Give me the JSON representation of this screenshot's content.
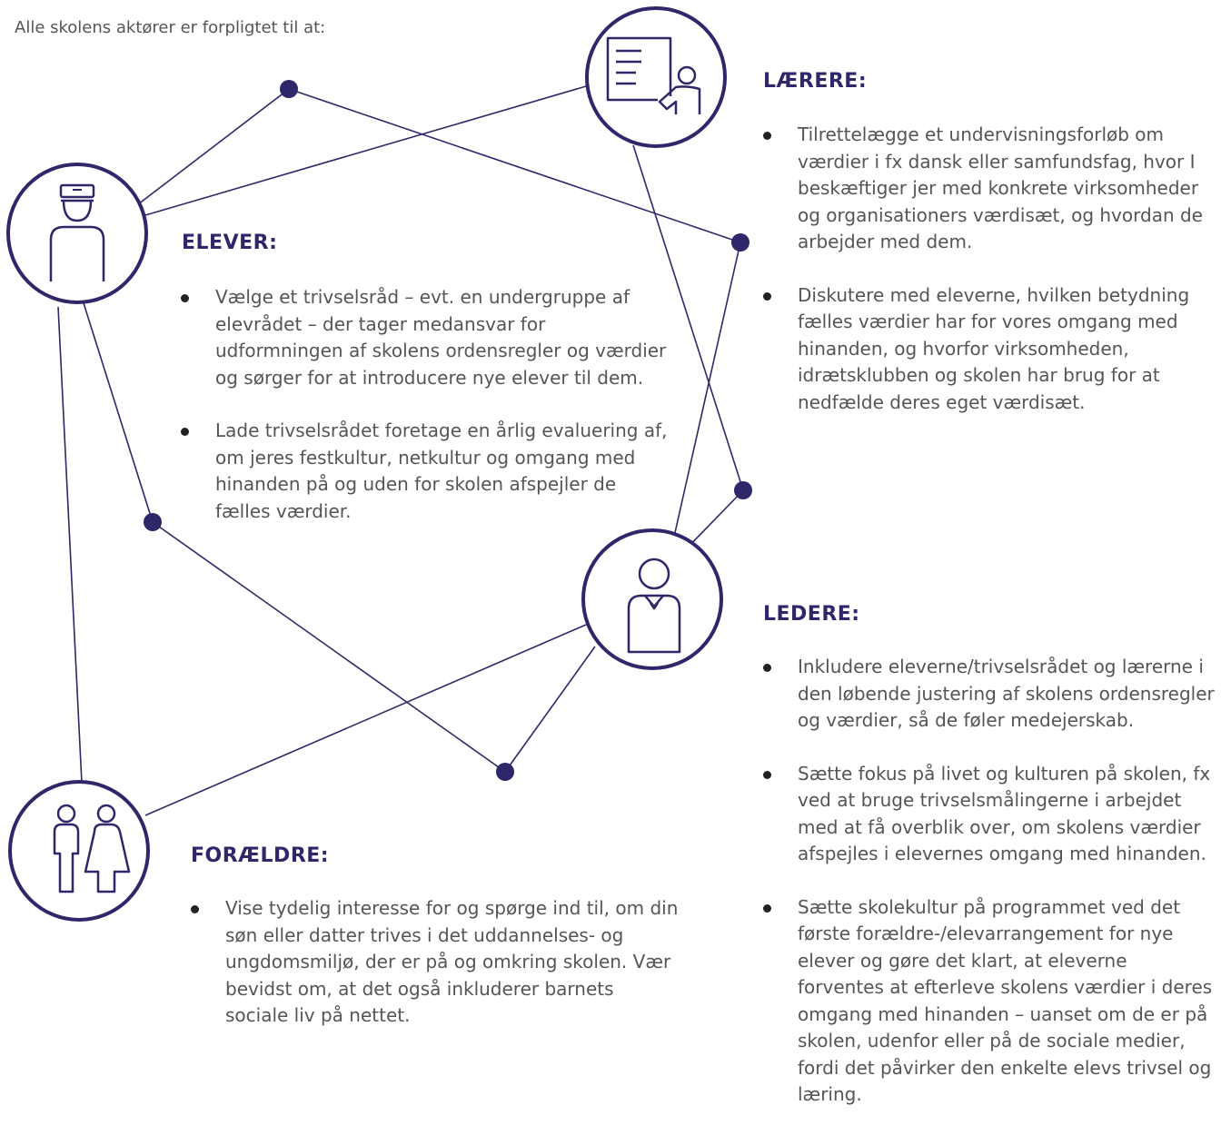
{
  "intro": "Alle skolens aktører er forpligtet til at:",
  "colors": {
    "navy": "#2e2769",
    "text": "#555555",
    "bullet": "#222222"
  },
  "groups": {
    "elever": {
      "icon": "student-cap-icon",
      "title": "ELEVER:",
      "bullets": [
        "Vælge et trivselsråd – evt. en undergruppe af elevrådet – der tager medansvar for udformningen af skolens ordensregler og værdier og sørger for at introducere nye elever til dem.",
        "Lade trivselsrådet foretage en årlig evaluering af, om jeres festkultur, netkultur og omgang med hinanden på og uden for skolen afspejler de fælles værdier."
      ]
    },
    "laerere": {
      "icon": "teacher-whiteboard-icon",
      "title": "LÆRERE:",
      "bullets": [
        "Tilrettelægge et undervisningsforløb om værdier i fx dansk eller samfundsfag, hvor I beskæftiger jer med konkrete virksomheder og organisationers værdisæt, og hvordan de arbejder med dem.",
        "Diskutere med eleverne, hvilken betydning fælles værdier har for vores omgang med hinanden, og hvorfor virksomheden, idrætsklubben og skolen har brug for at nedfælde deres eget værdisæt."
      ]
    },
    "ledere": {
      "icon": "leader-tie-icon",
      "title": "LEDERE:",
      "bullets": [
        "Inkludere eleverne/trivselsrådet og lærerne i den løbende justering af skolens ordensregler og værdier, så de føler medejerskab.",
        "Sætte fokus på livet og kulturen på skolen, fx ved at bruge trivselsmålingerne i arbejdet med at få overblik over, om skolens værdier afspejles i elevernes omgang med hinanden.",
        "Sætte skolekultur på programmet ved det første forældre-/elevarrangement for nye elever og gøre det klart, at eleverne forventes at efterleve skolens værdier i deres omgang med hinanden – uanset om de er på skolen, udenfor eller på de sociale medier, fordi det påvirker den enkelte elevs trivsel og læring."
      ]
    },
    "foraeldre": {
      "icon": "parents-couple-icon",
      "title": "FORÆLDRE:",
      "bullets": [
        "Vise tydelig interesse for og spørge ind til, om din søn eller datter trives i det uddannelses- og ungdomsmiljø, der er på og omkring skolen. Vær bevidst om, at det også inkluderer barnets sociale liv på nettet."
      ]
    }
  }
}
